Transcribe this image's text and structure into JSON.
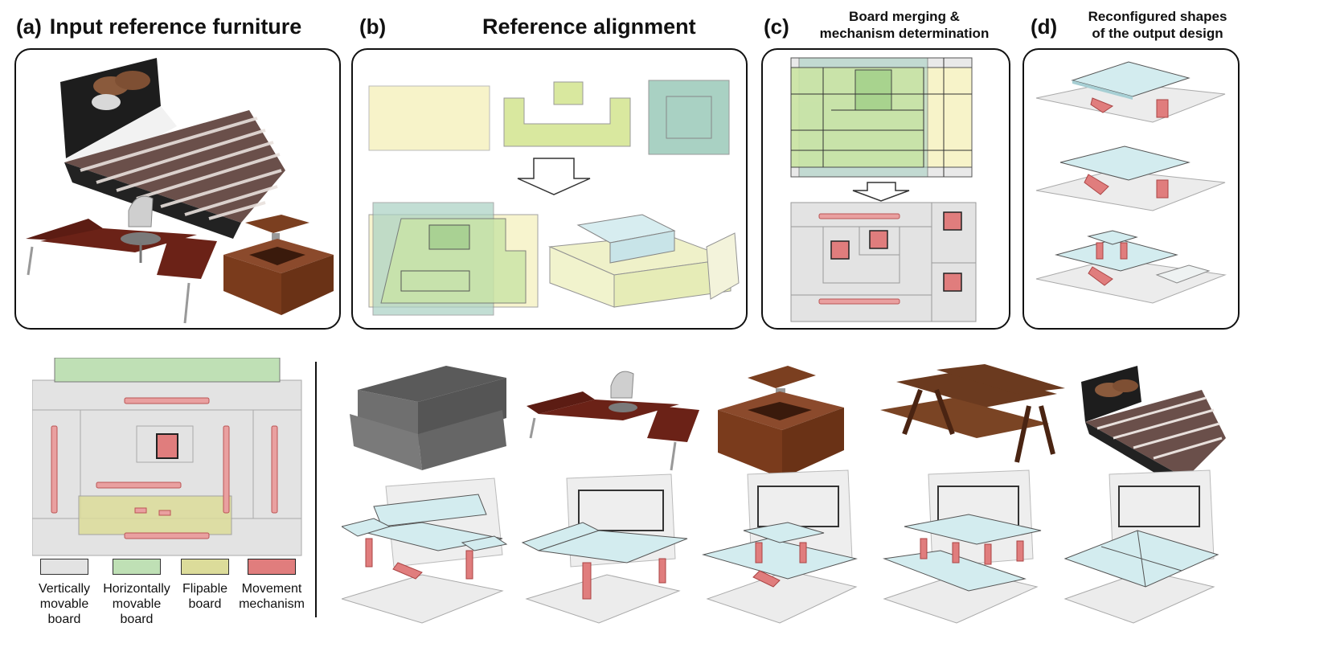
{
  "panels": {
    "a": {
      "label": "(a)",
      "title": "Input reference furniture"
    },
    "b": {
      "label": "(b)",
      "title": "Reference alignment"
    },
    "c": {
      "label": "(c)",
      "title_line1": "Board merging &",
      "title_line2": "mechanism determination"
    },
    "d": {
      "label": "(d)",
      "title_line1": "Reconfigured shapes",
      "title_line2": "of the output design"
    }
  },
  "legend": [
    {
      "line1": "Vertically",
      "line2": "movable",
      "line3": "board",
      "color": "#dcdcdc"
    },
    {
      "line1": "Horizontally",
      "line2": "movable",
      "line3": "board",
      "color": "#bfe0b5"
    },
    {
      "line1": "Flipable",
      "line2": "board",
      "line3": "",
      "color": "#dcdc9a"
    },
    {
      "line1": "Movement",
      "line2": "mechanism",
      "line3": "",
      "color": "#e27a7a"
    }
  ],
  "colors": {
    "yellow": "#f7f3c9",
    "green": "#c9e4a6",
    "teal": "#a9d1c3",
    "boardGrey": "#e3e3e3",
    "red": "#e07d7d",
    "icy": "#d3ecef",
    "wood": "#8b4a2c",
    "darkWood": "#5a2418"
  },
  "gallery_items": [
    "sofa-icon",
    "desk-chair-icon",
    "coffee-table-icon",
    "picnic-table-icon",
    "bed-icon"
  ]
}
